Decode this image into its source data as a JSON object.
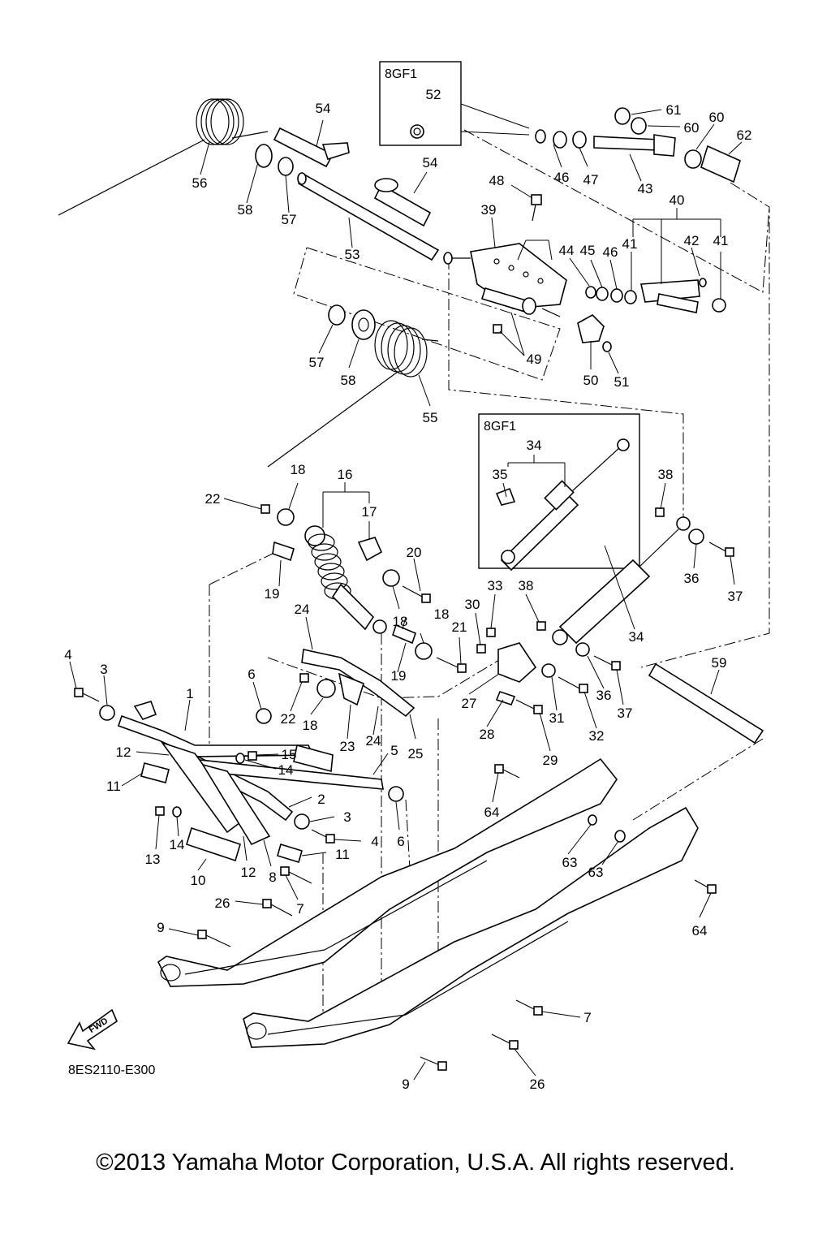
{
  "diagram": {
    "drawing_code": "8ES2110-E300",
    "variant_boxes": [
      {
        "code": "8GF1",
        "contents": [
          "52"
        ]
      },
      {
        "code": "8GF1",
        "contents": [
          "34",
          "35"
        ]
      }
    ],
    "direction_arrow": "FWD",
    "callouts": [
      "1",
      "2",
      "3",
      "3",
      "4",
      "4",
      "5",
      "6",
      "6",
      "7",
      "7",
      "8",
      "9",
      "9",
      "10",
      "11",
      "11",
      "12",
      "12",
      "13",
      "14",
      "14",
      "15",
      "16",
      "17",
      "18",
      "18",
      "18",
      "18",
      "19",
      "19",
      "20",
      "21",
      "22",
      "22",
      "23",
      "24",
      "24",
      "25",
      "26",
      "26",
      "27",
      "28",
      "29",
      "30",
      "31",
      "32",
      "33",
      "34",
      "34",
      "35",
      "36",
      "36",
      "37",
      "37",
      "38",
      "38",
      "39",
      "40",
      "41",
      "41",
      "42",
      "43",
      "44",
      "45",
      "46",
      "46",
      "47",
      "48",
      "49",
      "50",
      "51",
      "52",
      "53",
      "54",
      "54",
      "55",
      "56",
      "57",
      "57",
      "58",
      "58",
      "59",
      "60",
      "60",
      "61",
      "62",
      "63",
      "63",
      "64",
      "64"
    ]
  },
  "footer": {
    "copyright": "©2013 Yamaha Motor Corporation, U.S.A. All rights reserved."
  }
}
